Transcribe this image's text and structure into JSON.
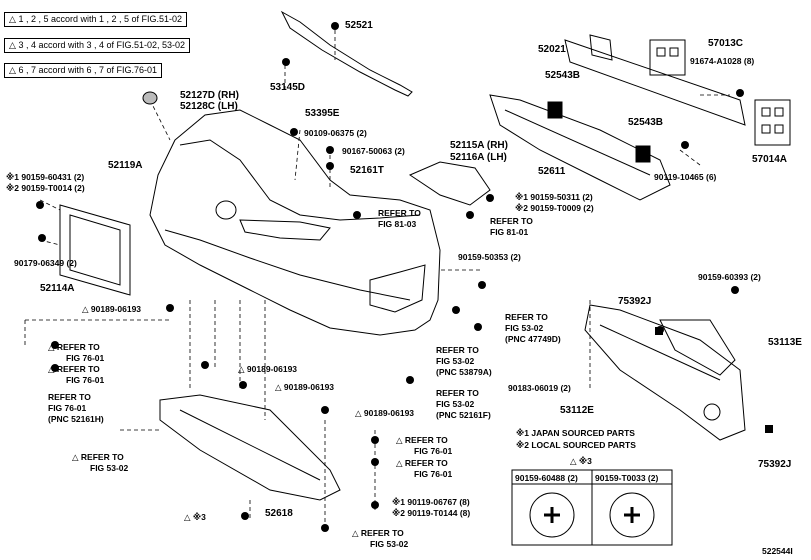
{
  "notes": [
    "1 , 2 , 5 accord with 1 , 2 , 5 of FIG.51-02",
    "3 , 4 accord with 3 , 4 of FIG.51-02, 53-02",
    "6 , 7 accord with 6 , 7 of FIG.76-01"
  ],
  "parts": {
    "p52521": "52521",
    "p53145d": "53145D",
    "p53395e": "53395E",
    "p52127d": "52127D (RH)",
    "p52128c": "52128C (LH)",
    "p90109": "90109-06375 (2)",
    "p90167": "90167-50063 (2)",
    "p52161t": "52161T",
    "p52119a": "52119A",
    "p90159_60431": "※1 90159-60431 (2)",
    "p90159_t0014": "※2 90159-T0014 (2)",
    "p90179": "90179-06349 (2)",
    "p52114a": "52114A",
    "p52021": "52021",
    "p57013c": "57013C",
    "p91674": "91674-A1028 (8)",
    "p52543b_a": "52543B",
    "p52543b_b": "52543B",
    "p52611": "52611",
    "p52115a": "52115A (RH)",
    "p52116a": "52116A (LH)",
    "p57014a": "57014A",
    "p90119_10465": "90119-10465 (6)",
    "p90159_50311": "※1 90159-50311 (2)",
    "p90159_t0009": "※2 90159-T0009 (2)",
    "p90159_50353": "90159-50353 (2)",
    "p90159_60393": "90159-60393 (2)",
    "p75392j_a": "75392J",
    "p53113e": "53113E",
    "p90183": "90183-06019 (2)",
    "p53112e": "53112E",
    "p75392j_b": "75392J",
    "p90189_a": "90189-06193",
    "p90189_b": "90189-06193",
    "p90189_c": "90189-06193",
    "p90189_d": "90189-06193",
    "p52618": "52618",
    "p90119_06767": "※1 90119-06767 (8)",
    "p90119_t0144": "※2 90119-T0144 (8)",
    "pasterisk3": "※3",
    "diagram_id": "522544I"
  },
  "refs": {
    "r81_03": [
      "REFER TO",
      "FIG 81-03"
    ],
    "r81_01": [
      "REFER TO",
      "FIG 81-01"
    ],
    "r53_02_a": [
      "REFER TO",
      "FIG 53-02",
      "(PNC 47749D)"
    ],
    "r53_02_b": [
      "REFER TO",
      "FIG 53-02",
      "(PNC 53879A)"
    ],
    "r53_02_c": [
      "REFER TO",
      "FIG 53-02",
      "(PNC 52161F)"
    ],
    "r76_01_a": [
      "REFER TO",
      "FIG 76-01"
    ],
    "r76_01_b": [
      "REFER TO",
      "FIG 76-01"
    ],
    "r76_01_c": [
      "REFER TO",
      "FIG 76-01",
      "(PNC 52161H)"
    ],
    "r76_01_d": [
      "REFER TO",
      "FIG 76-01"
    ],
    "r76_01_e": [
      "REFER TO",
      "FIG 76-01"
    ],
    "r53_02_d": [
      "REFER TO",
      "FIG 53-02"
    ],
    "r53_02_e": [
      "REFER TO",
      "FIG 53-02"
    ]
  },
  "legend": {
    "japan": "※1 JAPAN SOURCED PARTS",
    "local": "※2 LOCAL SOURCED PARTS",
    "col1": "90159-60488 (2)",
    "col2": "90159-T0033 (2)"
  }
}
